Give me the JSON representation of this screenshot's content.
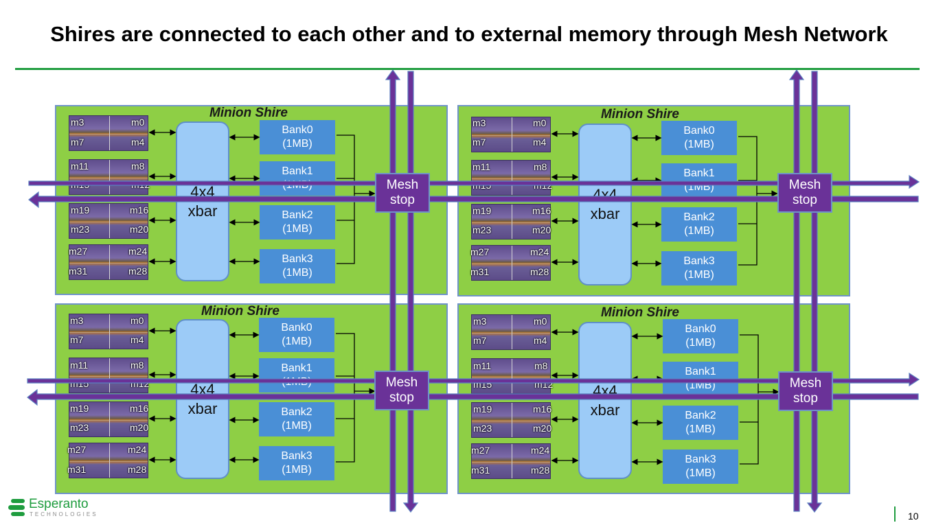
{
  "slide": {
    "title": "Shires are connected to each other and to external memory through Mesh Network",
    "page_number": "10"
  },
  "shires": [
    {
      "label": "Minion Shire",
      "minion_labels": [
        [
          "m3",
          "m0",
          "m7",
          "m4"
        ],
        [
          "m11",
          "m8",
          "m15",
          "m12"
        ],
        [
          "m19",
          "m16",
          "m23",
          "m20"
        ],
        [
          "m27",
          "m24",
          "m31",
          "m28"
        ]
      ],
      "xbar": [
        "4x4",
        "xbar"
      ],
      "banks": [
        [
          "Bank0",
          "(1MB)"
        ],
        [
          "Bank1",
          "(1MB)"
        ],
        [
          "Bank2",
          "(1MB)"
        ],
        [
          "Bank3",
          "(1MB)"
        ]
      ],
      "mesh_stop": [
        "Mesh",
        "stop"
      ]
    },
    {
      "label": "Minion Shire",
      "minion_labels": [
        [
          "m3",
          "m0",
          "m7",
          "m4"
        ],
        [
          "m11",
          "m8",
          "m15",
          "m12"
        ],
        [
          "m19",
          "m16",
          "m23",
          "m20"
        ],
        [
          "m27",
          "m24",
          "m31",
          "m28"
        ]
      ],
      "xbar": [
        "4x4",
        "xbar"
      ],
      "banks": [
        [
          "Bank0",
          "(1MB)"
        ],
        [
          "Bank1",
          "(1MB)"
        ],
        [
          "Bank2",
          "(1MB)"
        ],
        [
          "Bank3",
          "(1MB)"
        ]
      ],
      "mesh_stop": [
        "Mesh",
        "stop"
      ]
    },
    {
      "label": "Minion Shire",
      "minion_labels": [
        [
          "m3",
          "m0",
          "m7",
          "m4"
        ],
        [
          "m11",
          "m8",
          "m15",
          "m12"
        ],
        [
          "m19",
          "m16",
          "m23",
          "m20"
        ],
        [
          "m27",
          "m24",
          "m31",
          "m28"
        ]
      ],
      "xbar": [
        "4x4",
        "xbar"
      ],
      "banks": [
        [
          "Bank0",
          "(1MB)"
        ],
        [
          "Bank1",
          "(1MB)"
        ],
        [
          "Bank2",
          "(1MB)"
        ],
        [
          "Bank3",
          "(1MB)"
        ]
      ],
      "mesh_stop": [
        "Mesh",
        "stop"
      ]
    },
    {
      "label": "Minion Shire",
      "minion_labels": [
        [
          "m3",
          "m0",
          "m7",
          "m4"
        ],
        [
          "m11",
          "m8",
          "m15",
          "m12"
        ],
        [
          "m19",
          "m16",
          "m23",
          "m20"
        ],
        [
          "m27",
          "m24",
          "m31",
          "m28"
        ]
      ],
      "xbar": [
        "4x4",
        "xbar"
      ],
      "banks": [
        [
          "Bank0",
          "(1MB)"
        ],
        [
          "Bank1",
          "(1MB)"
        ],
        [
          "Bank2",
          "(1MB)"
        ],
        [
          "Bank3",
          "(1MB)"
        ]
      ],
      "mesh_stop": [
        "Mesh",
        "stop"
      ]
    }
  ],
  "logo": {
    "name": "Esperanto",
    "subtitle": "TECHNOLOGIES"
  },
  "colors": {
    "shire_fill": "#8ecf45",
    "bank_fill": "#4a8fd6",
    "xbar_fill": "#9ccbf7",
    "mesh_fill": "#6a3298",
    "brand_green": "#1e9c3e"
  }
}
